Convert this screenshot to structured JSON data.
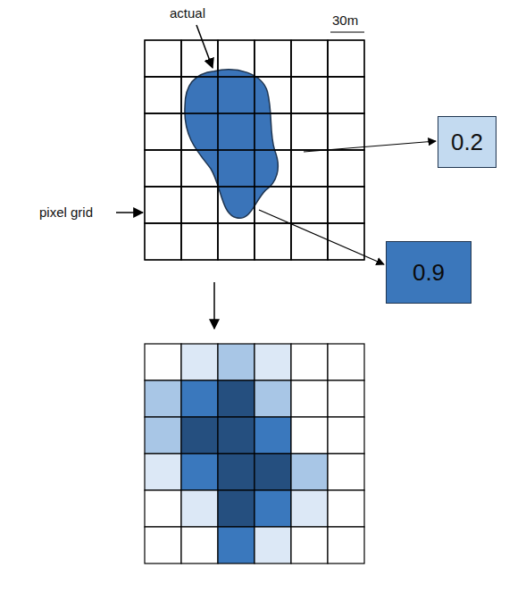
{
  "diagram": {
    "nodes": [
      {
        "text": [
          "0.2"
        ]
      },
      {
        "text": [
          "0.9"
        ]
      }
    ],
    "labels": [
      "actual",
      "30m",
      "pixel grid"
    ]
  }
}
